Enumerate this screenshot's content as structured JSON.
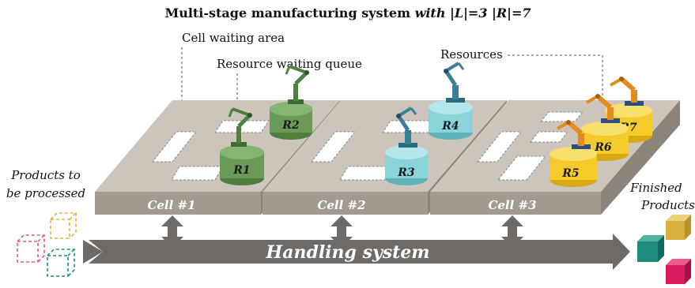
{
  "title": {
    "prefix": "Multi-stage manufacturing system ",
    "suffix": "with |L|=3 |R|=7"
  },
  "callouts": {
    "cell_waiting_area": "Cell waiting area",
    "resource_waiting_queue": "Resource waiting queue",
    "resources": "Resources"
  },
  "left_caption": [
    "Products to",
    "be processed"
  ],
  "right_caption": [
    "Finished",
    "Products"
  ],
  "cells": [
    "Cell #1",
    "Cell #2",
    "Cell #3"
  ],
  "resources": [
    "R1",
    "R2",
    "R3",
    "R4",
    "R5",
    "R6",
    "R7"
  ],
  "handling_system": "Handling system",
  "colors": {
    "platform_top": "#cdc4bb",
    "platform_front": "#a39a91",
    "handling_bar": "#6e6a67",
    "resource_green": "#6b9a58",
    "resource_cyan": "#8ad3d8",
    "resource_yellow": "#f4cb2a",
    "finished_yellow": "#d8b23c",
    "finished_teal": "#1e8c7d",
    "finished_pink": "#d91a5f"
  },
  "icons": [
    "robot-arm-icon",
    "dashed-box-icon",
    "solid-box-icon",
    "double-arrow-icon"
  ]
}
